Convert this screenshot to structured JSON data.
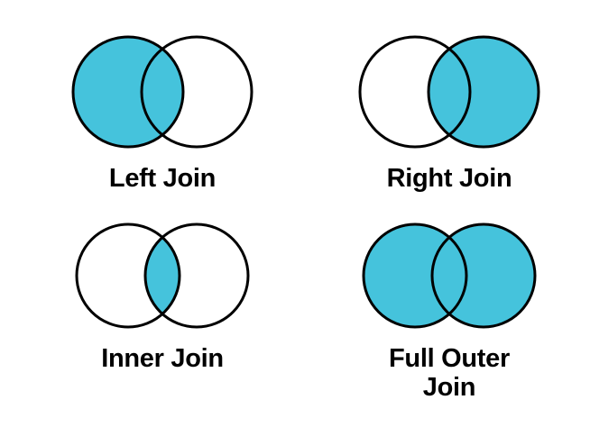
{
  "diagram": {
    "title_visible": false,
    "background_color": "#ffffff",
    "fill_color": "#45c3dc",
    "empty_color": "#ffffff",
    "stroke_color": "#000000",
    "label_color": "#000000",
    "panels": [
      {
        "id": "left-join",
        "label": "Left Join",
        "left_circle_filled": true,
        "right_circle_filled": false,
        "intersection_filled": true
      },
      {
        "id": "right-join",
        "label": "Right Join",
        "left_circle_filled": false,
        "right_circle_filled": true,
        "intersection_filled": true
      },
      {
        "id": "inner-join",
        "label": "Inner Join",
        "left_circle_filled": false,
        "right_circle_filled": false,
        "intersection_filled": true
      },
      {
        "id": "full-outer-join",
        "label": "Full Outer\nJoin",
        "left_circle_filled": true,
        "right_circle_filled": true,
        "intersection_filled": true
      }
    ]
  }
}
